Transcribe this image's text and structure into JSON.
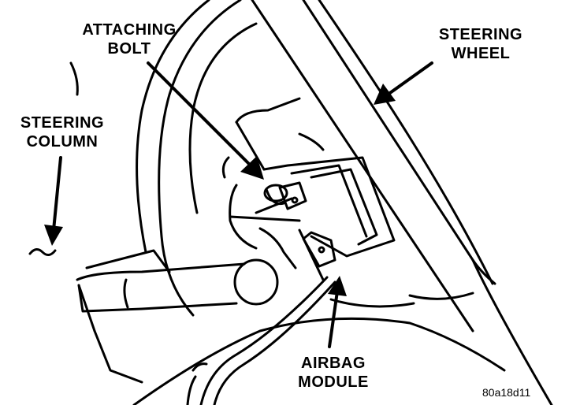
{
  "labels": {
    "attaching_bolt": {
      "line1": "ATTACHING",
      "line2": "BOLT"
    },
    "steering_wheel": {
      "line1": "STEERING",
      "line2": "WHEEL"
    },
    "steering_column": {
      "line1": "STEERING",
      "line2": "COLUMN"
    },
    "airbag_module": {
      "line1": "AIRBAG",
      "line2": "MODULE"
    }
  },
  "figure_code": "80a18d11",
  "colors": {
    "ink": "#000000",
    "paper": "#ffffff"
  }
}
